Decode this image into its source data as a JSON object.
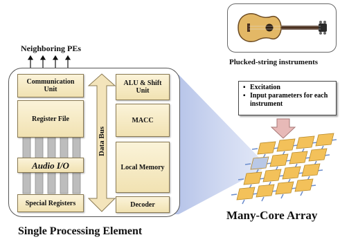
{
  "labels": {
    "neighboring": "Neighboring PEs",
    "pe_title": "Single Processing Element",
    "array_title": "Many-Core Array",
    "instruments": "Plucked-string instruments",
    "data_bus": "Data Bus"
  },
  "left_blocks": {
    "communication": "Communication Unit",
    "register_file": "Register File",
    "audio_io": "Audio I/O",
    "special_registers": "Special Registers"
  },
  "right_blocks": {
    "alu": "ALU & Shift Unit",
    "macc": "MACC",
    "local_memory": "Local Memory",
    "decoder": "Decoder"
  },
  "callout": {
    "items": [
      "Excitation",
      "Input parameters for each instrument"
    ]
  },
  "colors": {
    "block_fill": "#f6ebc6",
    "bus_fill": "#f3e4bb",
    "tile_fill": "#f3c15a",
    "highlight_tile": "#b9c8e6",
    "connector": "#6a8ccc",
    "arrow_fill": "#e7b9b7",
    "beam": "#aebde6"
  },
  "icons": {
    "guitar": "guitar-icon",
    "down_arrow": "down-arrow-icon",
    "bus_arrow": "double-arrow-icon"
  }
}
